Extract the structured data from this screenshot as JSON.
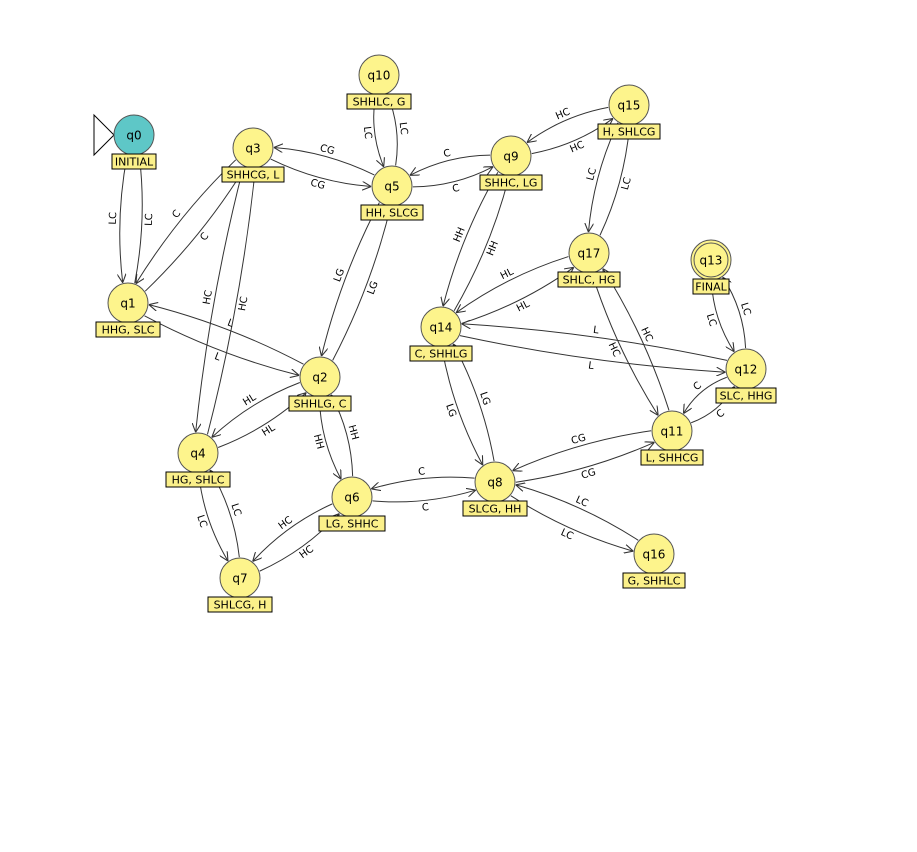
{
  "colors": {
    "state": "#fdf48c",
    "initial_state": "#5ec7c7",
    "box": "#fbf08a",
    "edge": "#333333"
  },
  "states": {
    "q0": {
      "name": "q0",
      "desc": "INITIAL"
    },
    "q1": {
      "name": "q1",
      "desc": "HHG, SLC"
    },
    "q2": {
      "name": "q2",
      "desc": "SHHLG, C"
    },
    "q3": {
      "name": "q3",
      "desc": "SHHCG, L"
    },
    "q4": {
      "name": "q4",
      "desc": "HG, SHLC"
    },
    "q5": {
      "name": "q5",
      "desc": "HH, SLCG"
    },
    "q6": {
      "name": "q6",
      "desc": "LG, SHHC"
    },
    "q7": {
      "name": "q7",
      "desc": "SHLCG, H"
    },
    "q8": {
      "name": "q8",
      "desc": "SLCG, HH"
    },
    "q9": {
      "name": "q9",
      "desc": "SHHC, LG"
    },
    "q10": {
      "name": "q10",
      "desc": "SHHLC, G"
    },
    "q11": {
      "name": "q11",
      "desc": "L, SHHCG"
    },
    "q12": {
      "name": "q12",
      "desc": "SLC, HHG"
    },
    "q13": {
      "name": "q13",
      "desc": "FINAL"
    },
    "q14": {
      "name": "q14",
      "desc": "C, SHHLG"
    },
    "q15": {
      "name": "q15",
      "desc": "H, SHLCG"
    },
    "q16": {
      "name": "q16",
      "desc": "G, SHHLC"
    },
    "q17": {
      "name": "q17",
      "desc": "SHLC, HG"
    }
  },
  "initial_state": "q0",
  "final_state": "q13",
  "transitions": [
    {
      "from": "q0",
      "to": "q1",
      "label": "LC"
    },
    {
      "from": "q1",
      "to": "q0",
      "label": "LC"
    },
    {
      "from": "q3",
      "to": "q1",
      "label": "C"
    },
    {
      "from": "q1",
      "to": "q3",
      "label": "C"
    },
    {
      "from": "q3",
      "to": "q5",
      "label": "CG"
    },
    {
      "from": "q5",
      "to": "q3",
      "label": "CG"
    },
    {
      "from": "q10",
      "to": "q5",
      "label": "LC"
    },
    {
      "from": "q5",
      "to": "q10",
      "label": "LC"
    },
    {
      "from": "q9",
      "to": "q5",
      "label": "C"
    },
    {
      "from": "q5",
      "to": "q9",
      "label": "C"
    },
    {
      "from": "q9",
      "to": "q15",
      "label": "HC"
    },
    {
      "from": "q15",
      "to": "q9",
      "label": "HC"
    },
    {
      "from": "q15",
      "to": "q17",
      "label": "LC"
    },
    {
      "from": "q17",
      "to": "q15",
      "label": "LC"
    },
    {
      "from": "q3",
      "to": "q4",
      "label": "HC"
    },
    {
      "from": "q4",
      "to": "q3",
      "label": "HC"
    },
    {
      "from": "q1",
      "to": "q2",
      "label": "L"
    },
    {
      "from": "q2",
      "to": "q1",
      "label": "L"
    },
    {
      "from": "q5",
      "to": "q2",
      "label": "LG"
    },
    {
      "from": "q2",
      "to": "q5",
      "label": "LG"
    },
    {
      "from": "q9",
      "to": "q14",
      "label": "HH"
    },
    {
      "from": "q14",
      "to": "q9",
      "label": "HH"
    },
    {
      "from": "q17",
      "to": "q14",
      "label": "HL"
    },
    {
      "from": "q14",
      "to": "q17",
      "label": "HL"
    },
    {
      "from": "q13",
      "to": "q12",
      "label": "LC"
    },
    {
      "from": "q12",
      "to": "q13",
      "label": "LC"
    },
    {
      "from": "q14",
      "to": "q12",
      "label": "L"
    },
    {
      "from": "q12",
      "to": "q14",
      "label": "L"
    },
    {
      "from": "q17",
      "to": "q11",
      "label": "HC"
    },
    {
      "from": "q11",
      "to": "q17",
      "label": "HC"
    },
    {
      "from": "q12",
      "to": "q11",
      "label": "C"
    },
    {
      "from": "q11",
      "to": "q12",
      "label": "C"
    },
    {
      "from": "q2",
      "to": "q4",
      "label": "HL"
    },
    {
      "from": "q4",
      "to": "q2",
      "label": "HL"
    },
    {
      "from": "q2",
      "to": "q6",
      "label": "HH"
    },
    {
      "from": "q6",
      "to": "q2",
      "label": "HH"
    },
    {
      "from": "q14",
      "to": "q8",
      "label": "LG"
    },
    {
      "from": "q8",
      "to": "q14",
      "label": "LG"
    },
    {
      "from": "q4",
      "to": "q7",
      "label": "LC"
    },
    {
      "from": "q7",
      "to": "q4",
      "label": "LC"
    },
    {
      "from": "q6",
      "to": "q7",
      "label": "HC"
    },
    {
      "from": "q7",
      "to": "q6",
      "label": "HC"
    },
    {
      "from": "q6",
      "to": "q8",
      "label": "C"
    },
    {
      "from": "q8",
      "to": "q6",
      "label": "C"
    },
    {
      "from": "q8",
      "to": "q11",
      "label": "CG"
    },
    {
      "from": "q11",
      "to": "q8",
      "label": "CG"
    },
    {
      "from": "q8",
      "to": "q16",
      "label": "LC"
    },
    {
      "from": "q16",
      "to": "q8",
      "label": "LC"
    }
  ]
}
